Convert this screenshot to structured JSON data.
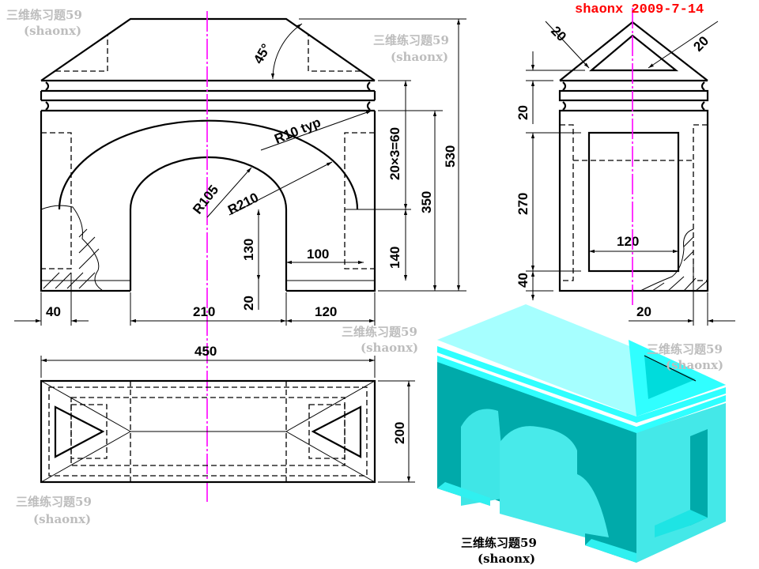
{
  "author_stamp": "shaonx 2009-7-14",
  "watermark": {
    "title": "三维练习题59",
    "sub": "(shaonx)"
  },
  "front_view": {
    "angle": "45°",
    "fillet": "R10 typ",
    "inner_radius": "R105",
    "outer_radius": "R210",
    "bands": "20×3=60",
    "total_height": "530",
    "body_height": "350",
    "side_height": "140",
    "niche_height": "130",
    "niche_width": "100",
    "base_step": "20",
    "wall": "40",
    "opening": "210",
    "pier": "120"
  },
  "side_view": {
    "roof_offset_left": "20",
    "roof_offset_right": "20",
    "band": "20",
    "window_height": "270",
    "sill": "40",
    "window_width": "120",
    "wall": "20"
  },
  "top_view": {
    "length": "450",
    "depth": "200"
  },
  "colors": {
    "top": "#a6ffff",
    "front": "#00aaaa",
    "side": "#44e8e8",
    "bright": "#30ffff",
    "center": "#ff00ff"
  }
}
